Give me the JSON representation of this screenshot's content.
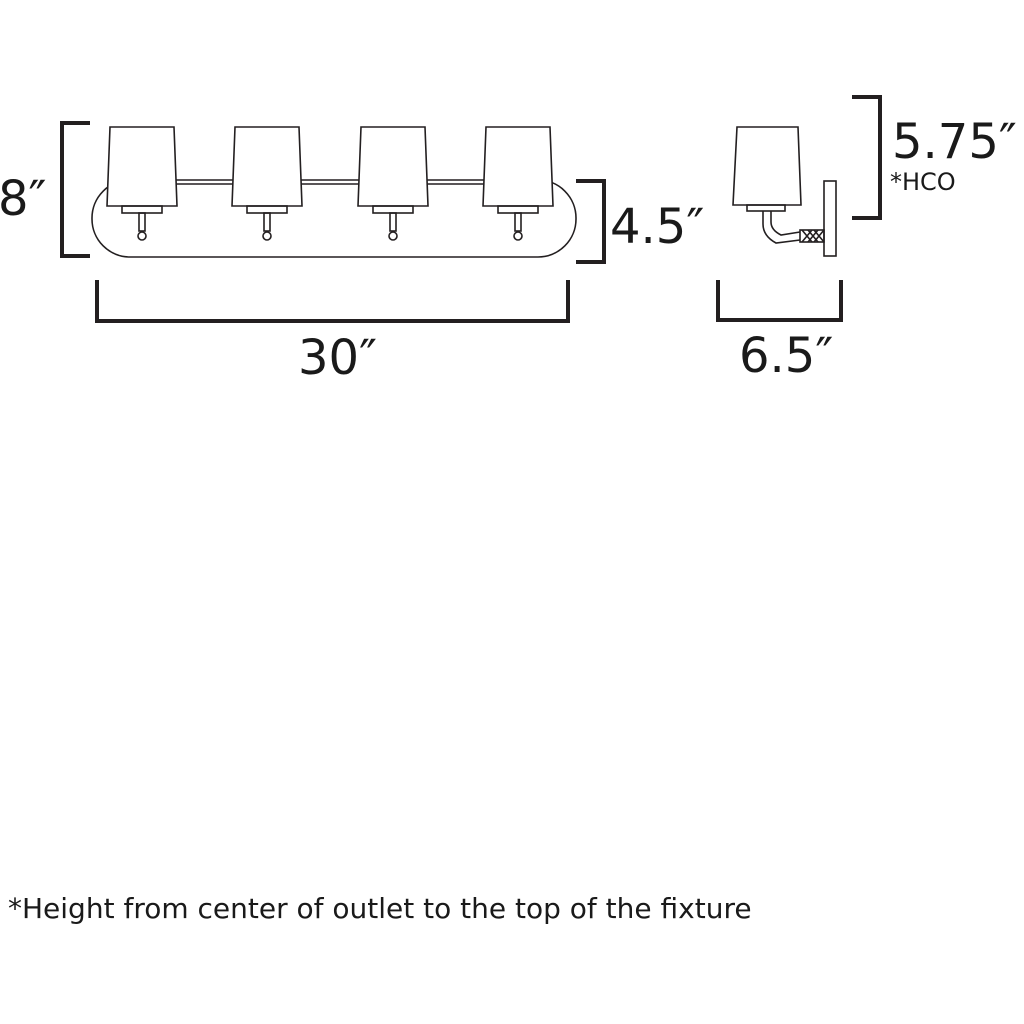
{
  "front_view": {
    "shade_count": 4,
    "height_label": "8″",
    "backplate_height_label": "4.5″",
    "width_label": "30″"
  },
  "side_view": {
    "extension_label": "6.5″",
    "hco_label": "5.75″",
    "hco_marker": "*HCO"
  },
  "footnote": "*Height from center of outlet to the top of the fixture",
  "colors": {
    "line": "#231f20",
    "background": "#ffffff"
  }
}
